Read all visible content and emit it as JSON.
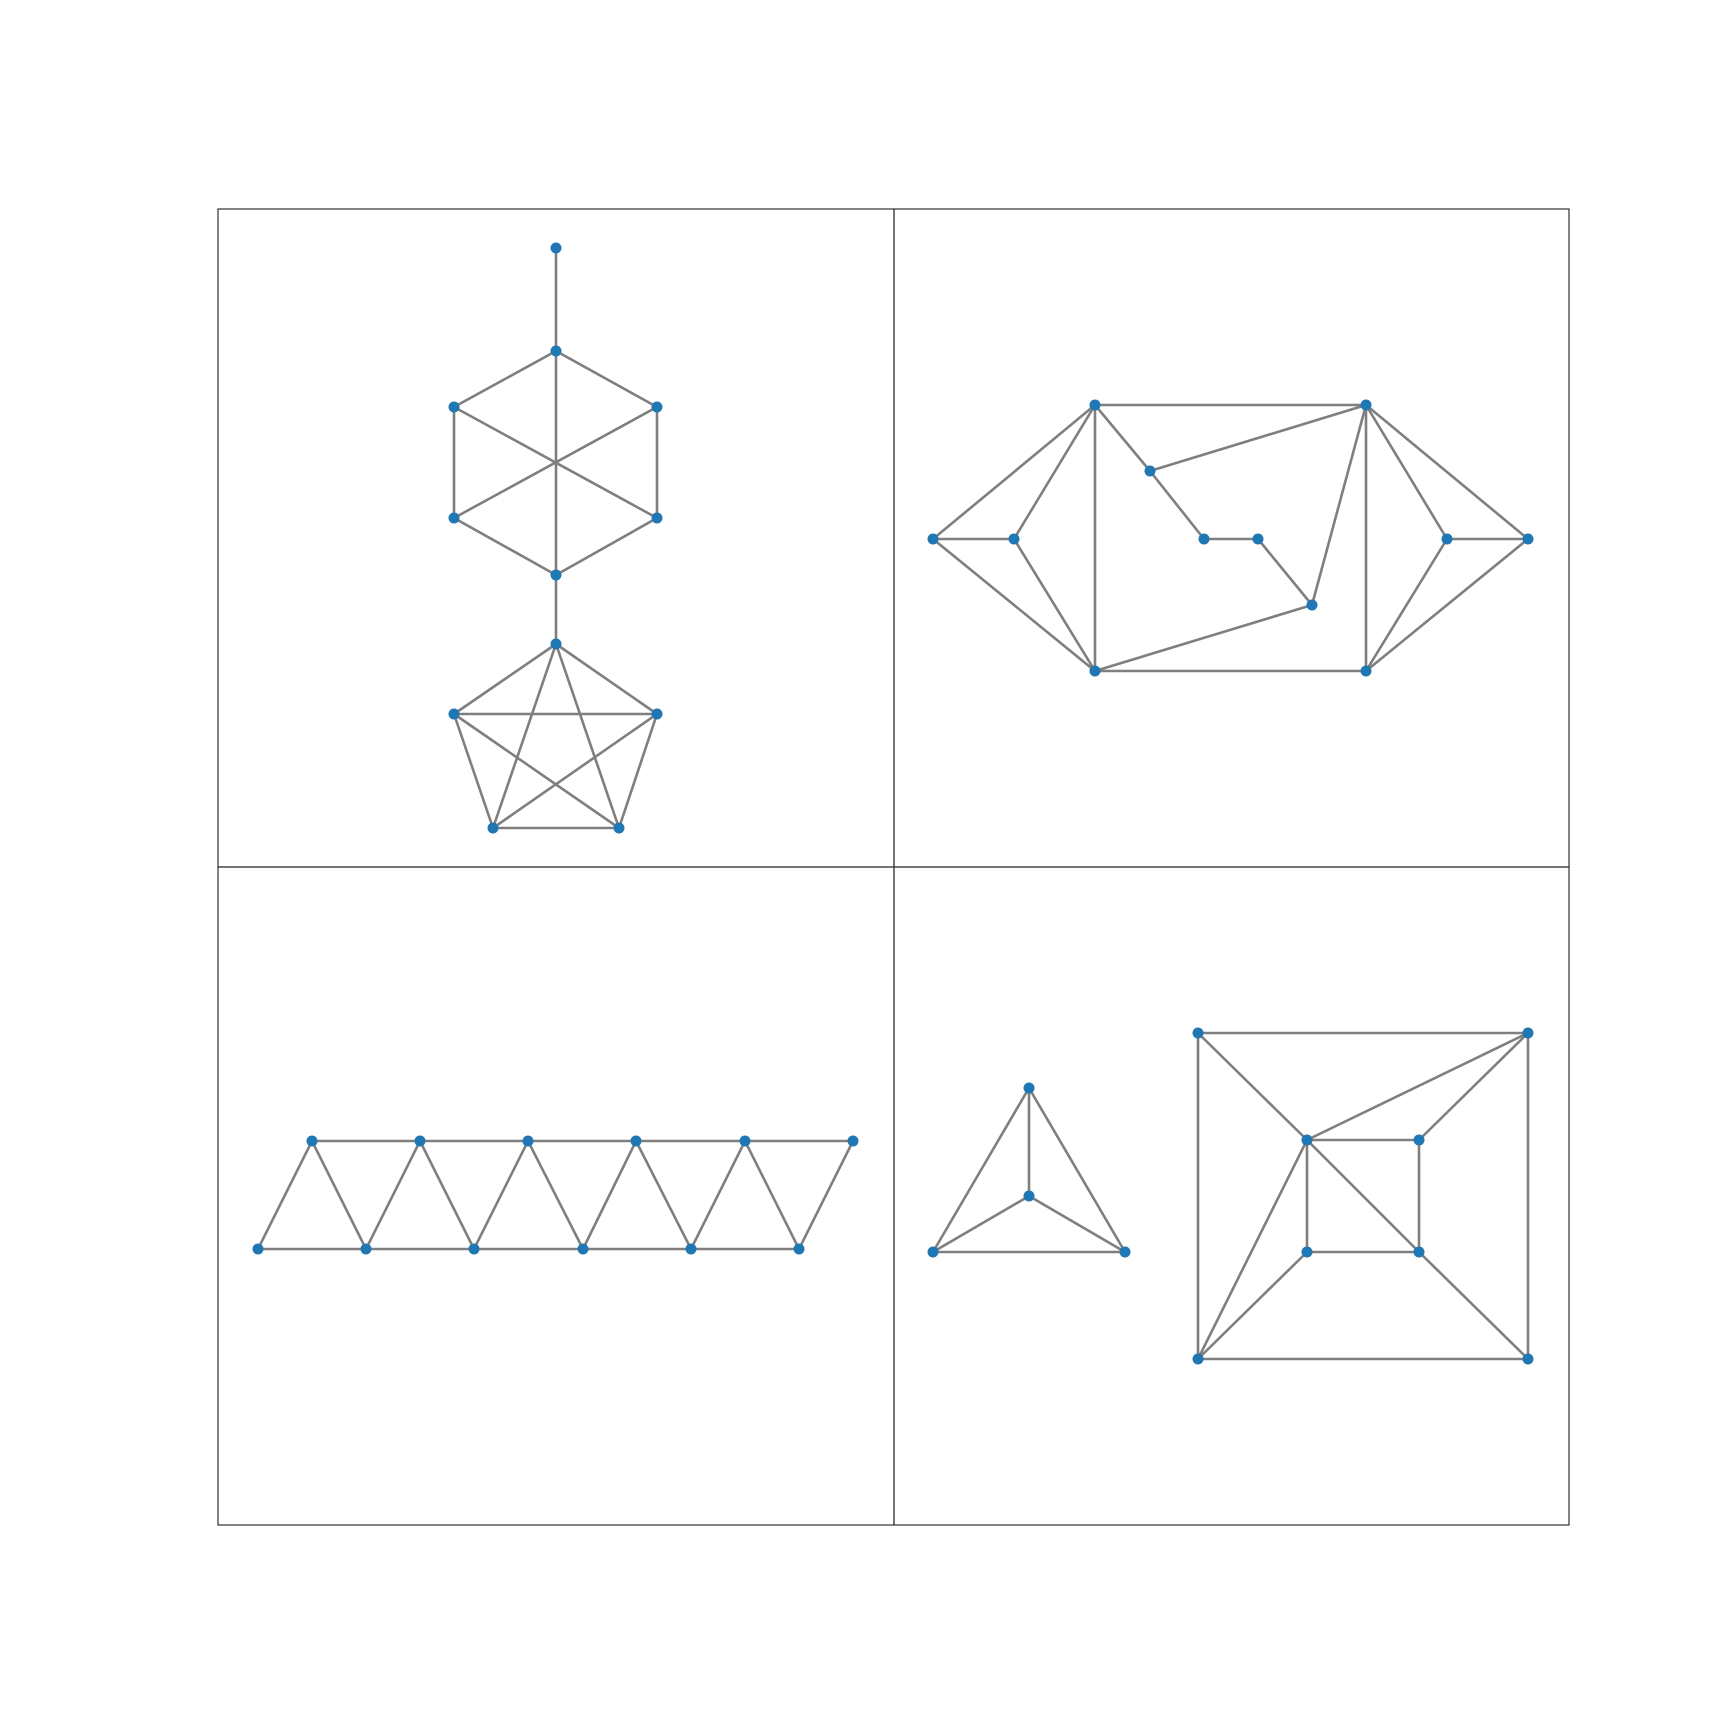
{
  "figure": {
    "node_color": "#1f77b4",
    "edge_color": "#7f7f7f",
    "frame_color": "#333333",
    "background": "#ffffff"
  },
  "panels": [
    {
      "name": "panel-top-left",
      "description_free": true,
      "nodes": [
        "t0",
        "h0",
        "h1",
        "h2",
        "h3",
        "h4",
        "h5",
        "p0",
        "p1",
        "p2",
        "p3",
        "p4"
      ],
      "edges": [
        [
          "t0",
          "h0"
        ],
        [
          "h0",
          "h1"
        ],
        [
          "h1",
          "h2"
        ],
        [
          "h2",
          "h3"
        ],
        [
          "h3",
          "h4"
        ],
        [
          "h4",
          "h5"
        ],
        [
          "h5",
          "h0"
        ],
        [
          "h0",
          "h3"
        ],
        [
          "h1",
          "h4"
        ],
        [
          "h2",
          "h5"
        ],
        [
          "h3",
          "p0"
        ],
        [
          "p0",
          "p1"
        ],
        [
          "p1",
          "p2"
        ],
        [
          "p2",
          "p3"
        ],
        [
          "p3",
          "p4"
        ],
        [
          "p4",
          "p0"
        ],
        [
          "p0",
          "p2"
        ],
        [
          "p0",
          "p3"
        ],
        [
          "p1",
          "p3"
        ],
        [
          "p1",
          "p4"
        ],
        [
          "p2",
          "p4"
        ]
      ]
    },
    {
      "name": "panel-top-right",
      "nodes": [
        "a",
        "b",
        "c",
        "d",
        "e",
        "f",
        "g",
        "h",
        "i",
        "j",
        "k",
        "l"
      ],
      "edges": [
        [
          "c",
          "a"
        ],
        [
          "c",
          "b"
        ],
        [
          "b",
          "a"
        ],
        [
          "a",
          "d"
        ],
        [
          "b",
          "d"
        ],
        [
          "c",
          "d"
        ],
        [
          "c",
          "h"
        ],
        [
          "c",
          "e"
        ],
        [
          "e",
          "f"
        ],
        [
          "f",
          "g"
        ],
        [
          "g",
          "i"
        ],
        [
          "i",
          "h"
        ],
        [
          "e",
          "h"
        ],
        [
          "i",
          "d"
        ],
        [
          "d",
          "j"
        ],
        [
          "h",
          "j"
        ],
        [
          "h",
          "k"
        ],
        [
          "h",
          "l"
        ],
        [
          "k",
          "l"
        ],
        [
          "k",
          "j"
        ],
        [
          "l",
          "j"
        ]
      ]
    },
    {
      "name": "panel-bottom-left",
      "nodes": [
        "u0",
        "u1",
        "u2",
        "u3",
        "u4",
        "u5",
        "b0",
        "b1",
        "b2",
        "b3",
        "b4",
        "b5"
      ],
      "edges": [
        [
          "u0",
          "u1"
        ],
        [
          "u1",
          "u2"
        ],
        [
          "u2",
          "u3"
        ],
        [
          "u3",
          "u4"
        ],
        [
          "u4",
          "u5"
        ],
        [
          "b0",
          "b1"
        ],
        [
          "b1",
          "b2"
        ],
        [
          "b2",
          "b3"
        ],
        [
          "b3",
          "b4"
        ],
        [
          "b4",
          "b5"
        ],
        [
          "b0",
          "u0"
        ],
        [
          "u0",
          "b1"
        ],
        [
          "b1",
          "u1"
        ],
        [
          "u1",
          "b2"
        ],
        [
          "b2",
          "u2"
        ],
        [
          "u2",
          "b3"
        ],
        [
          "b3",
          "u3"
        ],
        [
          "u3",
          "b4"
        ],
        [
          "b4",
          "u4"
        ],
        [
          "u4",
          "b5"
        ],
        [
          "b5",
          "u5"
        ]
      ]
    },
    {
      "name": "panel-bottom-right",
      "nodes": [
        "ta",
        "tb",
        "tc",
        "td",
        "s0",
        "s1",
        "s2",
        "s3",
        "s4",
        "s5",
        "s6",
        "s7"
      ],
      "edges": [
        [
          "ta",
          "tb"
        ],
        [
          "ta",
          "tc"
        ],
        [
          "ta",
          "td"
        ],
        [
          "tb",
          "tc"
        ],
        [
          "tb",
          "td"
        ],
        [
          "tc",
          "td"
        ],
        [
          "s0",
          "s1"
        ],
        [
          "s1",
          "s2"
        ],
        [
          "s2",
          "s3"
        ],
        [
          "s3",
          "s0"
        ],
        [
          "s4",
          "s5"
        ],
        [
          "s5",
          "s6"
        ],
        [
          "s6",
          "s7"
        ],
        [
          "s7",
          "s4"
        ],
        [
          "s0",
          "s4"
        ],
        [
          "s1",
          "s5"
        ],
        [
          "s2",
          "s6"
        ],
        [
          "s3",
          "s7"
        ],
        [
          "s4",
          "s6"
        ],
        [
          "s4",
          "s1"
        ],
        [
          "s4",
          "s3"
        ]
      ]
    }
  ]
}
